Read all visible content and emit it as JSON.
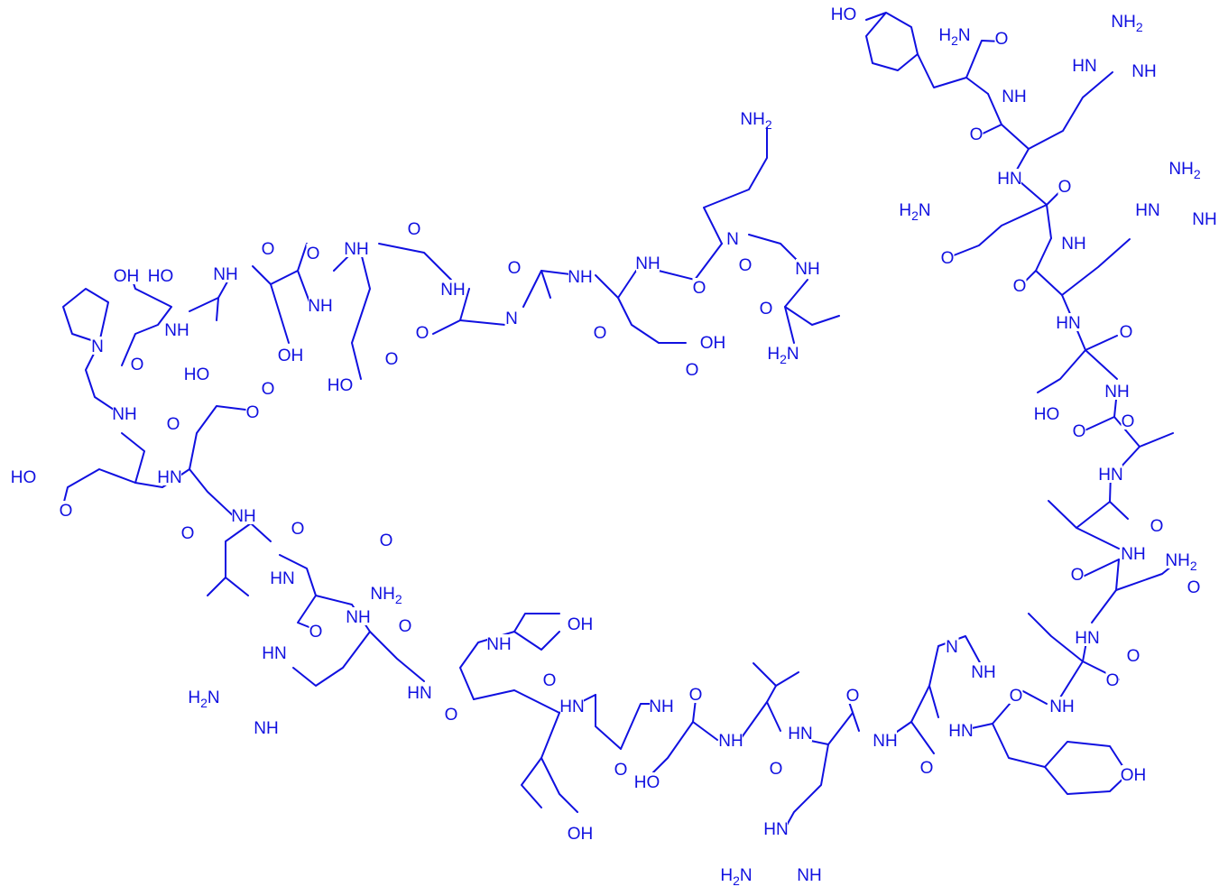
{
  "diagram": {
    "type": "chemical-structure",
    "line_color": "#1010e0",
    "label_color": "#1010e0",
    "labels": {
      "NH": "NH",
      "HN": "HN",
      "N": "N",
      "O": "O",
      "OH": "OH",
      "HO": "HO",
      "NH2": "NH2",
      "H2N": "H2N",
      "NH_plain": "NH"
    }
  }
}
